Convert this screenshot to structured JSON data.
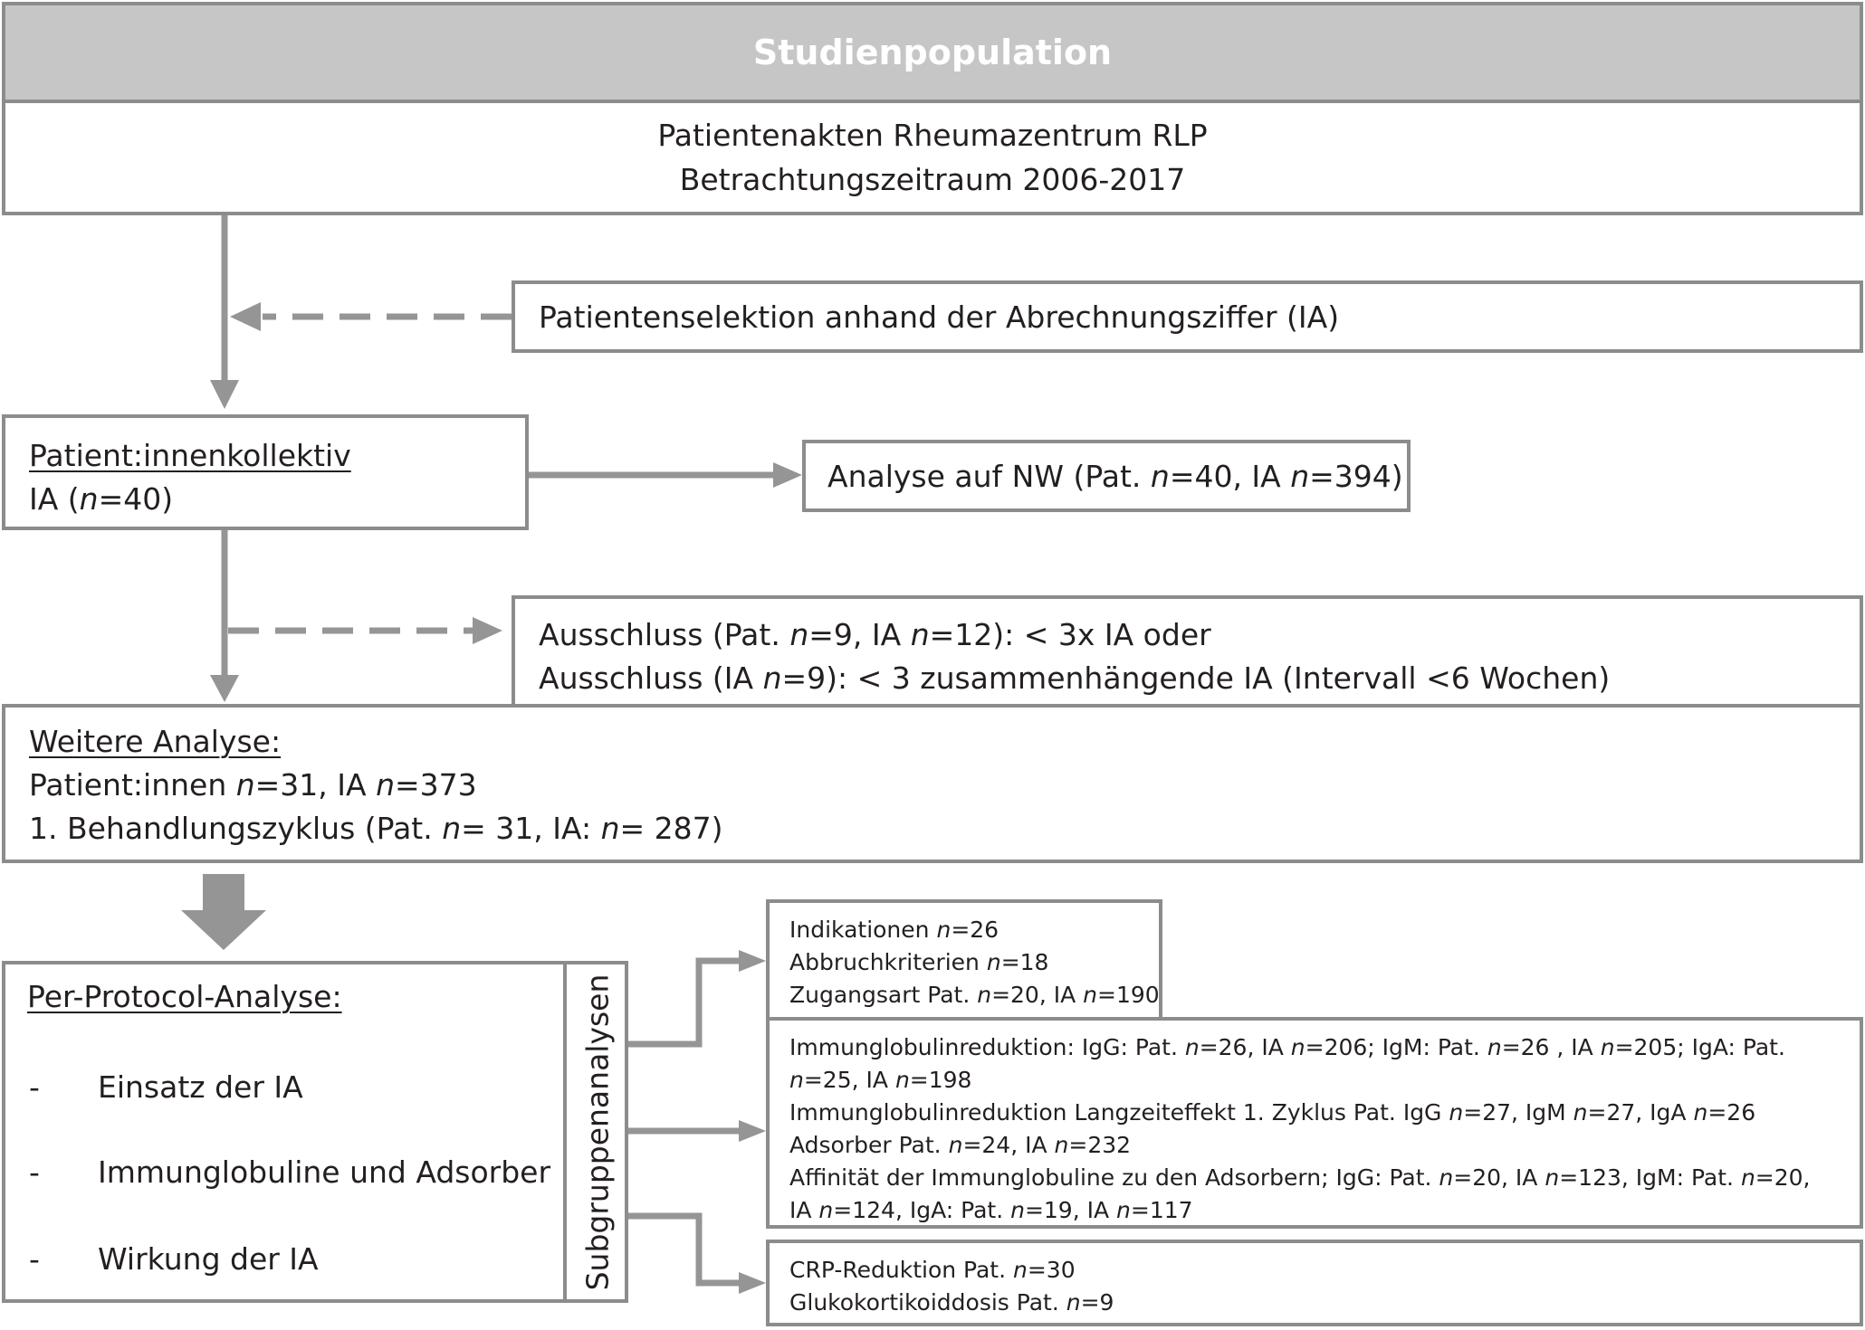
{
  "header": {
    "title": "Studienpopulation"
  },
  "source": {
    "line1": "Patientenakten Rheumazentrum RLP",
    "line2": "Betrachtungszeitraum 2006-2017"
  },
  "selection": {
    "text": "Patientenselektion anhand der Abrechnungsziffer (IA)"
  },
  "kollektiv": {
    "title": "Patient:innenkollektiv",
    "line1_pre": "IA (",
    "line1_n": "n",
    "line1_post": "=40)"
  },
  "nw": {
    "t1": "Analyse auf NW (Pat. ",
    "n1": "n",
    "t2": "=40, IA ",
    "n2": "n",
    "t3": "=394)"
  },
  "exclusion": {
    "l1_t1": "Ausschluss (Pat. ",
    "l1_n1": "n",
    "l1_t2": "=9, IA ",
    "l1_n2": "n",
    "l1_t3": "=12): < 3x IA oder",
    "l2_t1": "Ausschluss (IA ",
    "l2_n1": "n",
    "l2_t2": "=9): < 3 zusammenhängende IA (Intervall <6 Wochen)"
  },
  "weitere": {
    "title": "Weitere Analyse:",
    "l1_t1": "Patient:innen ",
    "l1_n1": "n",
    "l1_t2": "=31, IA ",
    "l1_n2": "n",
    "l1_t3": "=373",
    "l2_t1": "1. Behandlungszyklus  (Pat. ",
    "l2_n1": "n",
    "l2_t2": "= 31, IA: ",
    "l2_n2": "n",
    "l2_t3": "= 287)"
  },
  "ppa": {
    "title": "Per-Protocol-Analyse:",
    "items": [
      {
        "dash": "-",
        "label": "Einsatz der IA"
      },
      {
        "dash": "-",
        "label": "Immunglobuline und Adsorber"
      },
      {
        "dash": "-",
        "label": "Wirkung der IA"
      }
    ],
    "side_label": "Subgruppenanalysen"
  },
  "sub1": {
    "l1_t1": "Indikationen ",
    "l1_n": "n",
    "l1_t2": "=26",
    "l2_t1": "Abbruchkriterien ",
    "l2_n": "n",
    "l2_t2": "=18",
    "l3_t1": "Zugangsart Pat. ",
    "l3_n1": "n",
    "l3_t2": "=20, IA ",
    "l3_n2": "n",
    "l3_t3": "=190"
  },
  "sub2": {
    "p1_t1": "Immunglobulinreduktion: IgG: Pat. ",
    "p1_n1": "n",
    "p1_t2": "=26, IA ",
    "p1_n2": "n",
    "p1_t3": "=206; IgM: Pat. ",
    "p1_n3": "n",
    "p1_t4": "=26 , IA ",
    "p1_n4": "n",
    "p1_t5": "=205; IgA: Pat. ",
    "p1_n5": "n",
    "p1_t6": "=25, IA ",
    "p1_n6": "n",
    "p1_t7": "=198",
    "p2_t1": "Immunglobulinreduktion Langzeiteffekt 1. Zyklus Pat. IgG ",
    "p2_n1": "n",
    "p2_t2": "=27, IgM ",
    "p2_n2": "n",
    "p2_t3": "=27, IgA ",
    "p2_n3": "n",
    "p2_t4": "=26",
    "p3_t1": "Adsorber Pat. ",
    "p3_n1": "n",
    "p3_t2": "=24, IA ",
    "p3_n2": "n",
    "p3_t3": "=232",
    "p4_t1": "Affinität der Immunglobuline zu den Adsorbern; IgG: Pat. ",
    "p4_n1": "n",
    "p4_t2": "=20, IA ",
    "p4_n2": "n",
    "p4_t3": "=123, IgM: Pat. ",
    "p4_n3": "n",
    "p4_t4": "=20, IA ",
    "p4_n4": "n",
    "p4_t5": "=124, IgA: Pat. ",
    "p4_n5": "n",
    "p4_t6": "=19, IA ",
    "p4_n6": "n",
    "p4_t7": "=117"
  },
  "sub3": {
    "l1_t1": "CRP-Reduktion Pat. ",
    "l1_n": "n",
    "l1_t2": "=30",
    "l2_t1": "Glukokortikoiddosis Pat. ",
    "l2_n": "n",
    "l2_t2": "=9"
  },
  "colors": {
    "line": "#959595",
    "border": "#8c8c8c",
    "header_bg": "#c6c6c6",
    "text": "#231f20"
  }
}
